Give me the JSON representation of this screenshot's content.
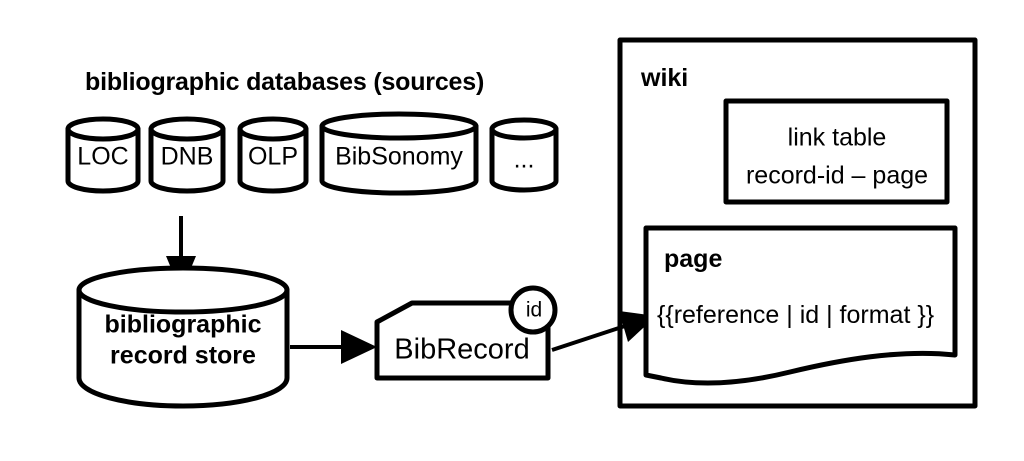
{
  "diagram": {
    "title": "bibliographic databases (sources)",
    "sources": [
      {
        "label": "LOC"
      },
      {
        "label": "DNB"
      },
      {
        "label": "OLP"
      },
      {
        "label": "BibSonomy"
      },
      {
        "label": "..."
      }
    ],
    "store": {
      "line1": "bibliographic",
      "line2": "record store"
    },
    "record": {
      "label": "BibRecord",
      "id_badge": "id"
    },
    "wiki": {
      "label": "wiki",
      "link_table": {
        "title": "link table",
        "mapping": "record-id – page"
      },
      "page": {
        "label": "page",
        "template": "{{reference | id | format }}"
      }
    },
    "colors": {
      "stroke": "#000000",
      "fill": "#ffffff",
      "text": "#000000"
    }
  }
}
